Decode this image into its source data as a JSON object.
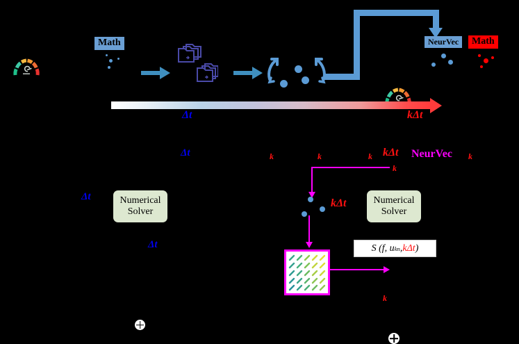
{
  "figure": {
    "background_color": "#000000",
    "accent_blue": "#5b9bd5",
    "accent_red": "#ff0000",
    "accent_magenta": "#ff00ff",
    "solver_fill": "#dde8d0"
  },
  "top_row": {
    "gauge_left": {
      "icon": "gauge-icon"
    },
    "math_label_left": {
      "text": "Math",
      "bg": "#6a9fd4",
      "fg": "#000000"
    },
    "folders": {
      "icon": "folders-icon"
    },
    "loop": {
      "icon": "circular-arrows-icon"
    },
    "arrow1": {
      "icon": "right-arrow-icon"
    },
    "arrow2": {
      "icon": "right-arrow-icon"
    },
    "feedback_arrow": {
      "icon": "feedback-flow-arrow-icon"
    },
    "gauge_right": {
      "icon": "gauge-icon"
    },
    "neurvec_label": {
      "text": "NeurVec",
      "bg": "#6a9fd4",
      "fg": "#000000"
    },
    "math_label_right": {
      "text": "Math",
      "bg": "#ff0000",
      "fg": "#000000"
    }
  },
  "timeline": {
    "start_label": "Δt",
    "end_label": "kΔt",
    "start_color": "#0000ee",
    "end_color": "#ff1111"
  },
  "bottom_left": {
    "dt_label_1": "Δt",
    "dt_label_2": "Δt",
    "dt_label_3": "Δt",
    "solver": {
      "line1": "Numerical",
      "line2": "Solver"
    },
    "plus_node": "+"
  },
  "bottom_right": {
    "k_marks": [
      "k",
      "k",
      "k",
      "k",
      "k"
    ],
    "kdt_label_top": "kΔt",
    "neurvec_label": "NeurVec",
    "kdt_label_mid": "kΔt",
    "solver": {
      "line1": "Numerical",
      "line2": "Solver"
    },
    "formula": {
      "prefix": "S (f, u",
      "sub": "kn",
      "mid": ", ",
      "arg": "kΔt",
      "suffix": ")"
    },
    "plus_node": "+",
    "vector_field": {
      "name": "vector-field-plot",
      "border": "#ff00ff"
    }
  }
}
